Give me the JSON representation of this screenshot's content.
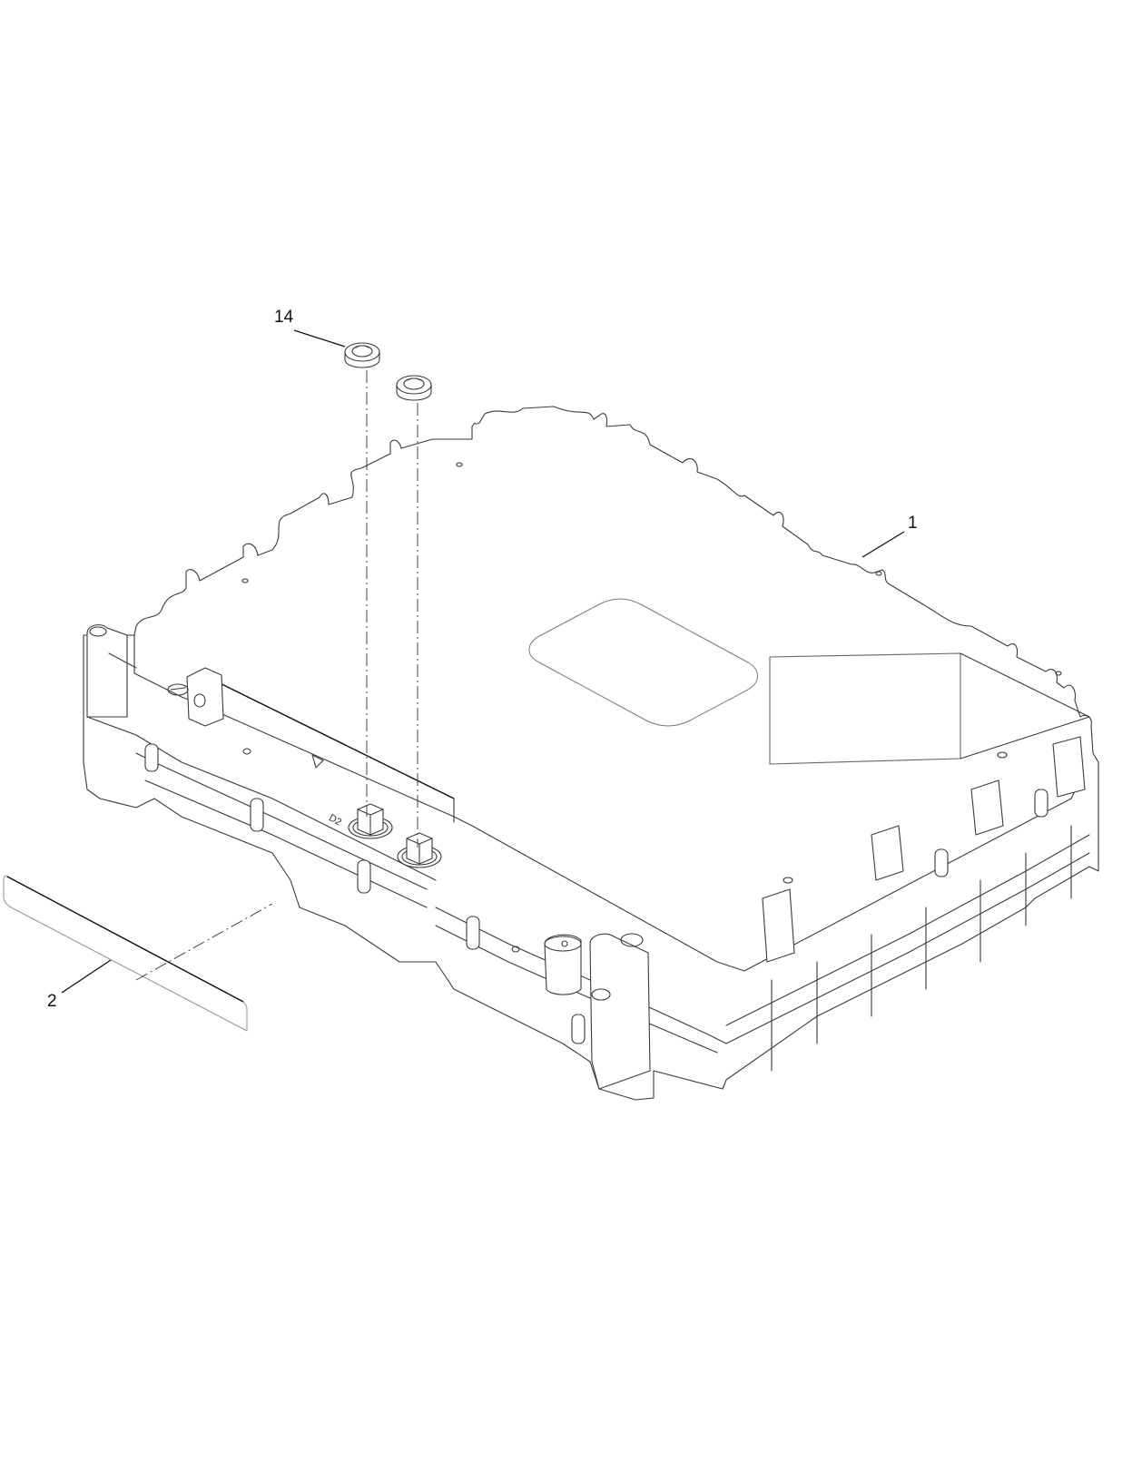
{
  "diagram": {
    "type": "exploded-parts-illustration",
    "subject": "electronic controller housing with grommets and label",
    "callouts": [
      {
        "id": "callout-14",
        "label": "14",
        "part": "grommet / seal ring (x2)"
      },
      {
        "id": "callout-1",
        "label": "1",
        "part": "controller housing"
      },
      {
        "id": "callout-2",
        "label": "2",
        "part": "label strip"
      }
    ],
    "connector_markings": {
      "left_connector": "D2",
      "triangle_marker": "▷"
    },
    "colors": {
      "background": "#ffffff",
      "line": "#3a3a3a",
      "leader": "#111111"
    }
  }
}
